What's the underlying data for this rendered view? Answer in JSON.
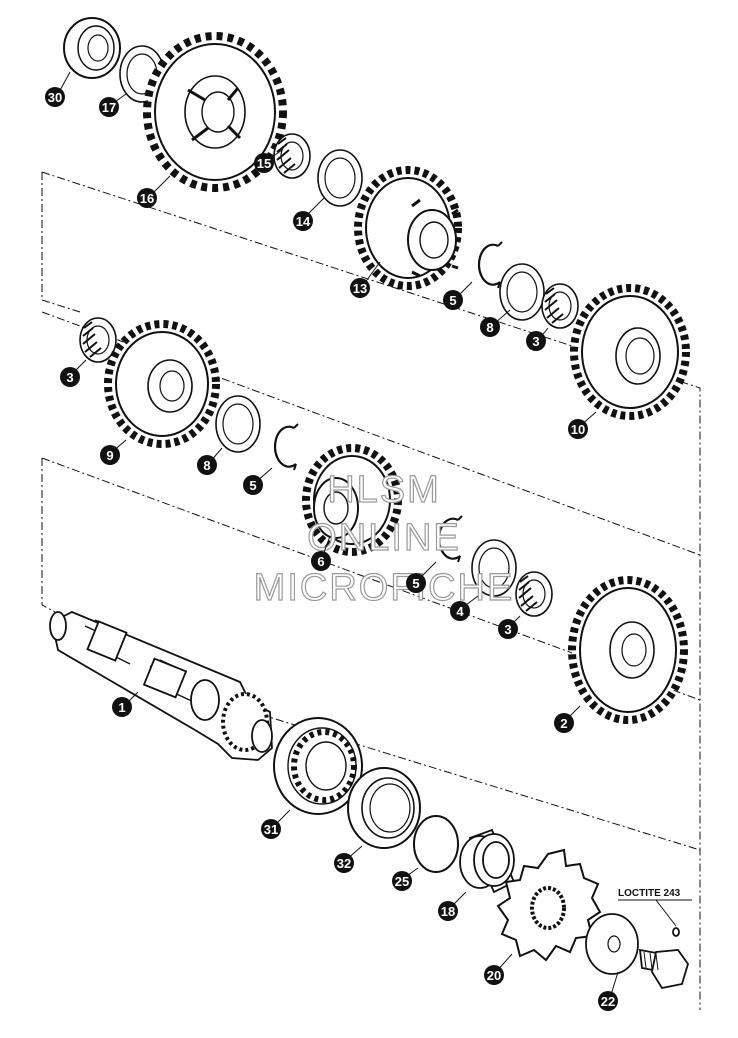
{
  "watermark": {
    "line1": "HLSM",
    "line2": "ONLINE",
    "line3": "MICROFICHE"
  },
  "note": {
    "text": "LOCTITE 243"
  },
  "callouts": [
    {
      "id": "callout-30",
      "label": "30"
    },
    {
      "id": "callout-17",
      "label": "17"
    },
    {
      "id": "callout-16",
      "label": "16"
    },
    {
      "id": "callout-15",
      "label": "15"
    },
    {
      "id": "callout-14",
      "label": "14"
    },
    {
      "id": "callout-13",
      "label": "13"
    },
    {
      "id": "callout-5a",
      "label": "5"
    },
    {
      "id": "callout-8a",
      "label": "8"
    },
    {
      "id": "callout-3a",
      "label": "3"
    },
    {
      "id": "callout-10",
      "label": "10"
    },
    {
      "id": "callout-3b",
      "label": "3"
    },
    {
      "id": "callout-9",
      "label": "9"
    },
    {
      "id": "callout-8b",
      "label": "8"
    },
    {
      "id": "callout-5b",
      "label": "5"
    },
    {
      "id": "callout-6",
      "label": "6"
    },
    {
      "id": "callout-5c",
      "label": "5"
    },
    {
      "id": "callout-4",
      "label": "4"
    },
    {
      "id": "callout-3c",
      "label": "3"
    },
    {
      "id": "callout-2",
      "label": "2"
    },
    {
      "id": "callout-1",
      "label": "1"
    },
    {
      "id": "callout-31",
      "label": "31"
    },
    {
      "id": "callout-32",
      "label": "32"
    },
    {
      "id": "callout-25",
      "label": "25"
    },
    {
      "id": "callout-18",
      "label": "18"
    },
    {
      "id": "callout-20",
      "label": "20"
    },
    {
      "id": "callout-22",
      "label": "22"
    }
  ],
  "colors": {
    "ink": "#111111",
    "paper": "#ffffff",
    "watermark_outline": "#9a9a9a"
  }
}
